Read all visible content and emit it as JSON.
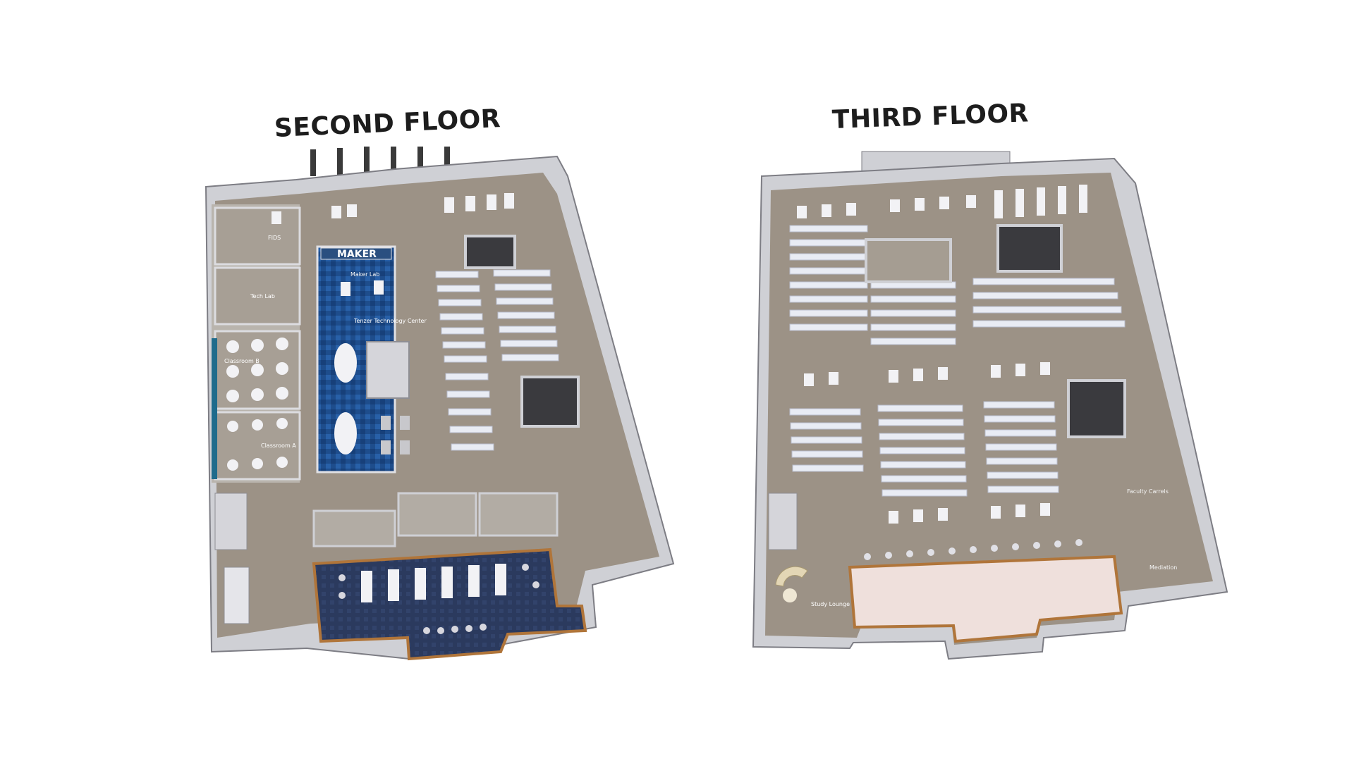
{
  "floors": [
    {
      "title": "SECOND FLOOR",
      "labels": {
        "maker": "MAKER",
        "maker_lab": "Maker Lab",
        "tech_center": "Tenzer Technology Center",
        "tech_lab": "Tech Lab",
        "classroom_b": "Classroom B",
        "classroom_a": "Classroom A",
        "fids": "FIDS"
      }
    },
    {
      "title": "THIRD FLOOR",
      "labels": {
        "faculty_carrels": "Faculty Carrels",
        "study_lounge": "Study Lounge",
        "mediation": "Mediation"
      }
    }
  ],
  "colors": {
    "floor": "#9c9286",
    "wall": "#cfd0d5",
    "maker_blue": "#1e4d8c",
    "reading_room_navy": "#2b3a5e",
    "reading_room_pink": "#efe0dc",
    "shelf": "#e9ecf4"
  }
}
